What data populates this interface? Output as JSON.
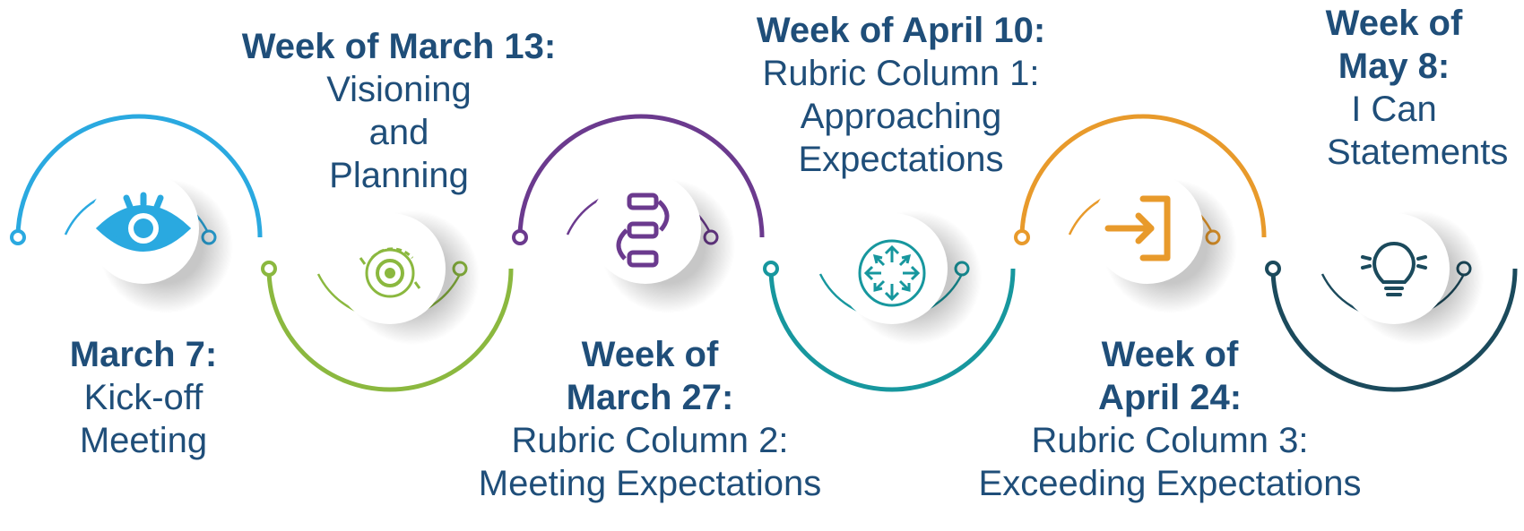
{
  "milestones": [
    {
      "date": "March 7:",
      "desc": "Kick-off Meeting",
      "color": "#2aa9e0",
      "icon": "eye-icon"
    },
    {
      "date": "Week of March 13:",
      "desc": "Visioning and Planning",
      "color": "#8bb83f",
      "icon": "gear-cycle-icon"
    },
    {
      "date": "Week of March 27:",
      "desc": "Rubric Column 2: Meeting Expectations",
      "color": "#6b3a8e",
      "icon": "process-flow-icon"
    },
    {
      "date": "Week of April 10:",
      "desc": "Rubric Column 1: Approaching Expectations",
      "color": "#17979e",
      "icon": "expand-arrows-icon"
    },
    {
      "date": "Week of April 24:",
      "desc": "Rubric Column 3: Exceeding Expectations",
      "color": "#e89a2b",
      "icon": "sign-in-icon"
    },
    {
      "date": "Week of May 8:",
      "desc": "I Can Statements",
      "color": "#1b4a5c",
      "icon": "lightbulb-icon"
    }
  ]
}
